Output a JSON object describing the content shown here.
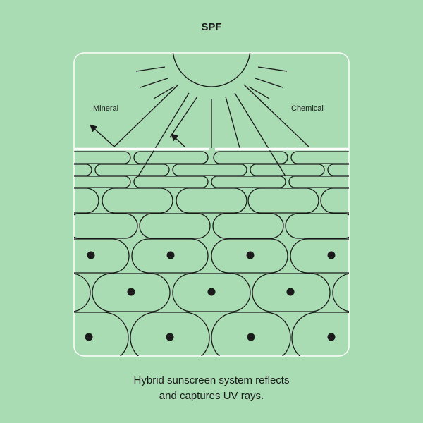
{
  "title": "SPF",
  "labels": {
    "mineral": "Mineral",
    "chemical": "Chemical"
  },
  "caption": {
    "line1": "Hybrid sunscreen system reflects",
    "line2": "and captures UV rays."
  },
  "colors": {
    "background": "#a9dcb3",
    "line": "#1a1a1a",
    "sunscreen_layer": "#ffffff",
    "frame": "#ffffff"
  },
  "icons": [
    "sun-icon",
    "reflected-ray-arrow-icon",
    "cell-nucleus-icon"
  ]
}
